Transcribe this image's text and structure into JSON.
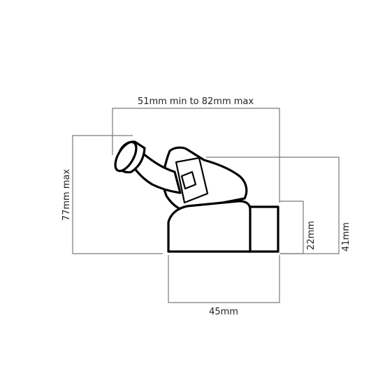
{
  "dimensions": {
    "width_range": "51mm min to 82mm max",
    "height_max": "77mm max",
    "base_width": "45mm",
    "outlet_height": "22mm",
    "total_height": "41mm"
  }
}
